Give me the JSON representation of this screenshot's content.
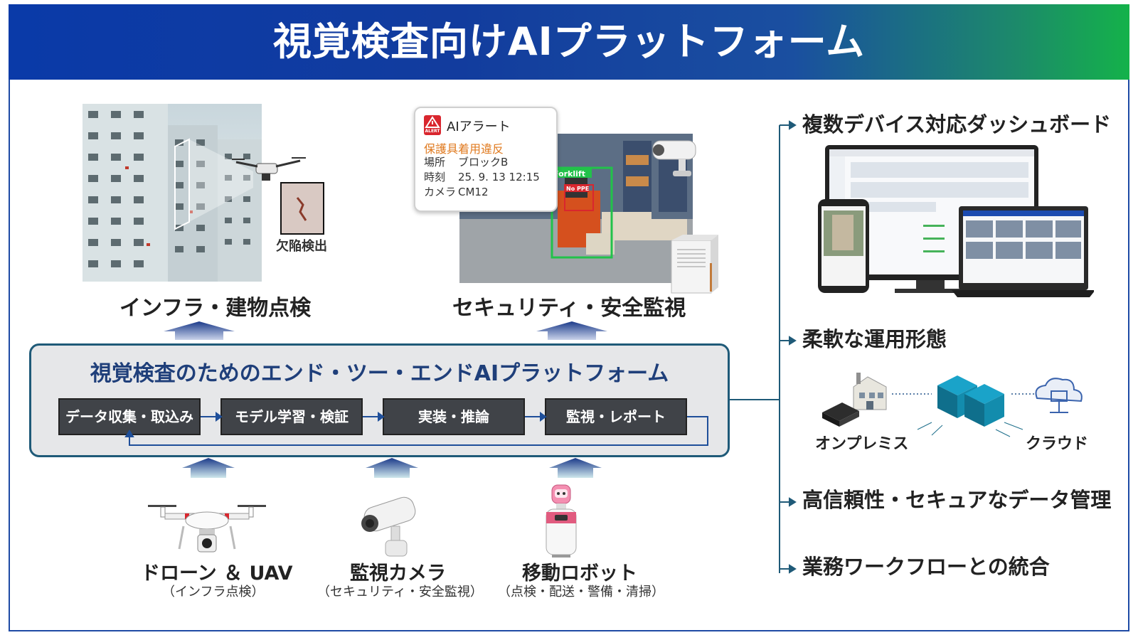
{
  "title": "視覚検査向けAIプラットフォーム",
  "use_cases": {
    "infra": {
      "label": "インフラ・建物点検",
      "defect": "欠陥検出"
    },
    "security": {
      "label": "セキュリティ・安全監視",
      "alert_title": "AIアラート",
      "alert_badge": "ALERT",
      "alert_type": "保護具着用違反",
      "rows": [
        {
          "key": "場所",
          "value": "ブロックB"
        },
        {
          "key": "時刻",
          "value": "25. 9. 13 12:15"
        },
        {
          "key": "カメラ",
          "value": "CM12"
        }
      ],
      "tag_forklift": "Forklift",
      "tag_noppe": "No PPE"
    }
  },
  "platform": {
    "title": "視覚検査のためのエンド・ツー・エンドAIプラットフォーム",
    "steps": [
      "データ収集・取込み",
      "モデル学習・検証",
      "実装・推論",
      "監視・レポート"
    ]
  },
  "devices": [
    {
      "label": "ドローン ＆ UAV",
      "sub": "（インフラ点検）"
    },
    {
      "label": "監視カメラ",
      "sub": "（セキュリティ・安全監視）"
    },
    {
      "label": "移動ロボット",
      "sub": "（点検・配送・警備・清掃）"
    }
  ],
  "features": [
    {
      "label": "複数デバイス対応ダッシュボード"
    },
    {
      "label": "柔軟な運用形態",
      "onprem": "オンプレミス",
      "cloud": "クラウド"
    },
    {
      "label": "高信頼性・セキュアなデータ管理"
    },
    {
      "label": "業務ワークフローとの統合"
    }
  ],
  "colors": {
    "navy": "#1f3f7a",
    "frame_border": "#1f5a78",
    "step_bg": "#404348",
    "alert_orange": "#e07a1f",
    "alert_red": "#d9262e",
    "detect_green": "#22c24a"
  }
}
